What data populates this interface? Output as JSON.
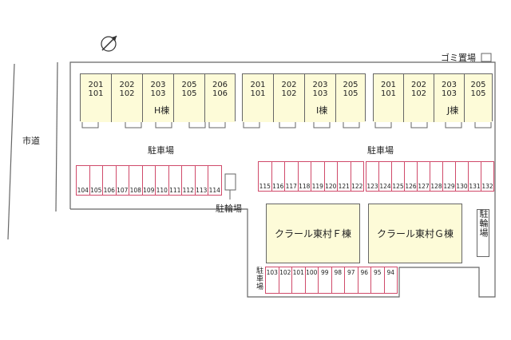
{
  "map": {
    "north_symbol": "compass-north",
    "road_label": "市道",
    "garbage_label": "ゴミ置場",
    "parking_labels": [
      "駐車場",
      "駐車場"
    ],
    "bike_label_left": "駐輪場",
    "bike_label_right": "駐輪場",
    "small_parking_label": "駐車場",
    "buildings": {
      "h": {
        "label": "H棟",
        "units": [
          {
            "top": "201",
            "bottom": "101"
          },
          {
            "top": "202",
            "bottom": "102"
          },
          {
            "top": "203",
            "bottom": "103"
          },
          {
            "top": "205",
            "bottom": "105"
          },
          {
            "top": "206",
            "bottom": "106"
          }
        ]
      },
      "i": {
        "label": "I棟",
        "units": [
          {
            "top": "201",
            "bottom": "101"
          },
          {
            "top": "202",
            "bottom": "102"
          },
          {
            "top": "203",
            "bottom": "103"
          },
          {
            "top": "205",
            "bottom": "105"
          }
        ]
      },
      "j": {
        "label": "J棟",
        "units": [
          {
            "top": "201",
            "bottom": "101"
          },
          {
            "top": "202",
            "bottom": "102"
          },
          {
            "top": "203",
            "bottom": "103"
          },
          {
            "top": "205",
            "bottom": "105"
          }
        ]
      },
      "f": {
        "label": "クラール東村Ｆ棟"
      },
      "g": {
        "label": "クラール東村Ｇ棟"
      }
    },
    "parking_rows": {
      "left": [
        "104",
        "105",
        "106",
        "107",
        "108",
        "109",
        "110",
        "111",
        "112",
        "113",
        "114"
      ],
      "middle": [
        "115",
        "116",
        "117",
        "118",
        "119",
        "120",
        "121",
        "122"
      ],
      "right": [
        "123",
        "124",
        "125",
        "126",
        "127",
        "128",
        "129",
        "130",
        "131",
        "132"
      ],
      "bottom": [
        "103",
        "102",
        "101",
        "100",
        "99",
        "98",
        "97",
        "96",
        "95",
        "94"
      ]
    },
    "colors": {
      "parking_border": "#d04a6a",
      "building_fill": "#fdfbd8"
    }
  }
}
